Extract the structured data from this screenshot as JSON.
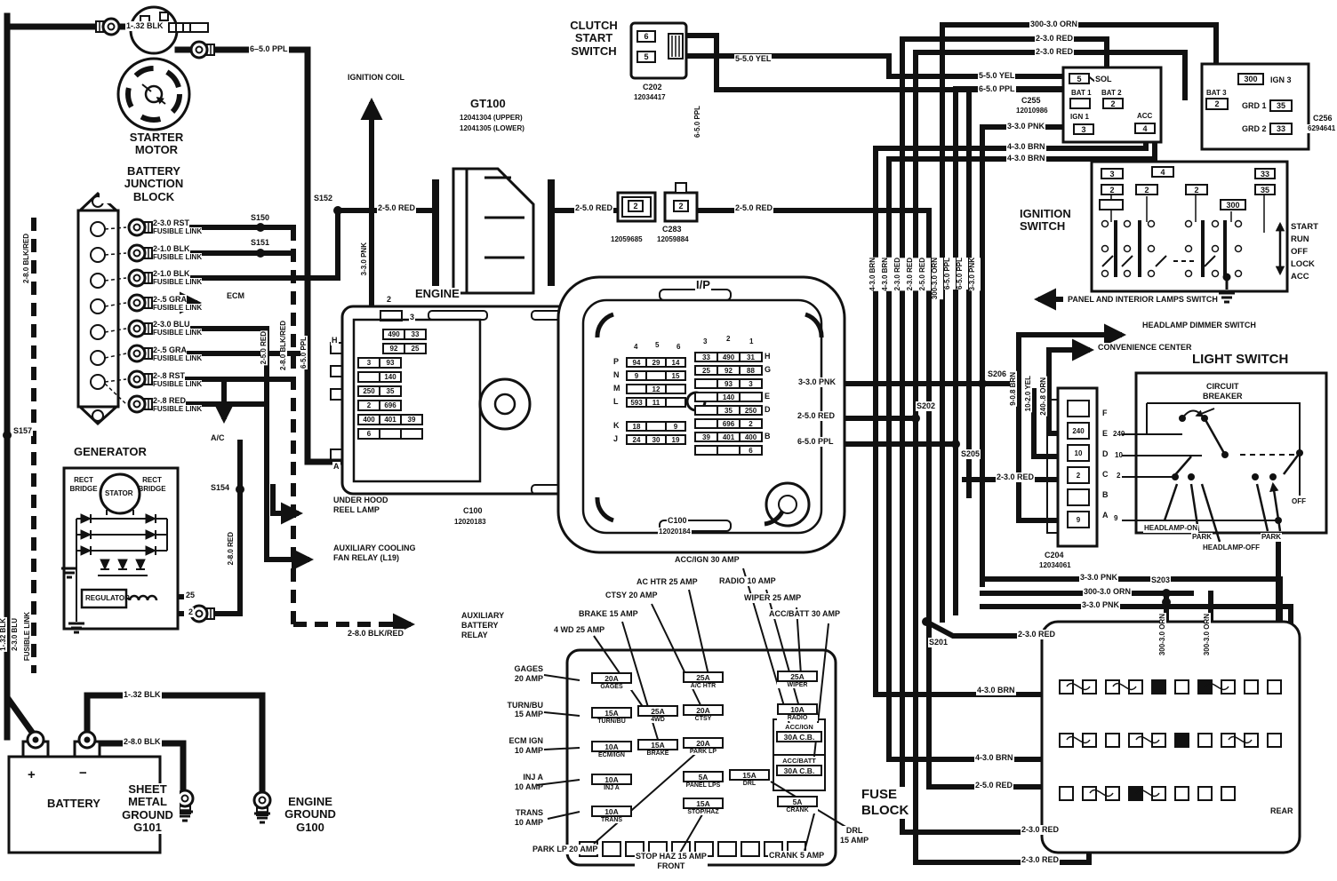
{
  "starter": {
    "title": "STARTER\nMOTOR"
  },
  "bjb": {
    "title": "BATTERY\nJUNCTION\nBLOCK",
    "links": [
      {
        "w": "2-3.0 RST",
        "s": "FUSIBLE LINK"
      },
      {
        "w": "2-1.0 BLK",
        "s": "FUSIBLE LINK"
      },
      {
        "w": "2-1.0 BLK",
        "s": "FUSIBLE LINK"
      },
      {
        "w": "2-.5 GRA",
        "s": "FUSIBLE LINK"
      },
      {
        "w": "2-3.0 BLU",
        "s": "FUSIBLE LINK"
      },
      {
        "w": "2-.5 GRA",
        "s": "FUSIBLE LINK"
      },
      {
        "w": "2-.8 RST",
        "s": "FUSIBLE LINK"
      },
      {
        "w": "2-.8 RED",
        "s": "FUSIBLE LINK"
      }
    ]
  },
  "generator": {
    "title": "GENERATOR",
    "rbl": "RECT\nBRIDGE",
    "rbr": "RECT\nBRIDGE",
    "stator": "STATOR",
    "reg": "REGULATOR",
    "p25": "25",
    "p2": "2"
  },
  "battery": {
    "title": "BATTERY",
    "plus": "+",
    "minus": "−"
  },
  "grounds": {
    "g101": "SHEET\nMETAL\nGROUND\nG101",
    "g100": "ENGINE\nGROUND\nG100"
  },
  "gt100": {
    "title": "GT100",
    "upper": "12041304 (UPPER)",
    "lower": "12041305 (LOWER)"
  },
  "clutch": {
    "title": "CLUTCH\nSTART\nSWITCH",
    "p6": "6",
    "p5": "5",
    "conn": "C202",
    "part": "12034417"
  },
  "c283": {
    "name": "C283",
    "pl": "12059685",
    "pr": "12059884",
    "pin": "2"
  },
  "engine": {
    "title": "ENGINE",
    "h": "H",
    "a": "A",
    "t2": "2",
    "t3": "3",
    "rows": [
      {
        "c": [
          "490",
          "33",
          null
        ]
      },
      {
        "c": [
          "92",
          "25",
          null
        ]
      },
      {
        "c": [
          "3",
          "93",
          null
        ]
      },
      {
        "c": [
          "",
          "140",
          null
        ]
      },
      {
        "c": [
          "250",
          "35",
          null
        ]
      },
      {
        "c": [
          "2",
          "696",
          null
        ]
      },
      {
        "c": [
          "400",
          "401",
          "39"
        ]
      },
      {
        "c": [
          "6",
          "",
          ""
        ]
      }
    ],
    "conn": "C100",
    "part": "12020183"
  },
  "ip": {
    "title": "I/P",
    "lh": [
      "4",
      "5",
      "6"
    ],
    "lrows": [
      {
        "l": "P",
        "c": [
          "94",
          "29",
          "14"
        ]
      },
      {
        "l": "N",
        "c": [
          "9",
          "",
          "15"
        ]
      },
      {
        "l": "M",
        "c": [
          "",
          "12",
          ""
        ]
      },
      {
        "l": "L",
        "c": [
          "593",
          "11",
          ""
        ]
      }
    ],
    "kjrows": [
      {
        "l": "K",
        "c": [
          "18",
          "",
          "9"
        ]
      },
      {
        "l": "J",
        "c": [
          "24",
          "30",
          "19"
        ]
      }
    ],
    "rh": [
      "3",
      "2",
      "1"
    ],
    "rrows": [
      {
        "l": "H",
        "c": [
          "33",
          "490",
          "31"
        ]
      },
      {
        "l": "G",
        "c": [
          "25",
          "92",
          "88"
        ]
      },
      {
        "l": "",
        "c": [
          "",
          "93",
          "3"
        ]
      },
      {
        "l": "E",
        "c": [
          "",
          "140",
          ""
        ]
      },
      {
        "l": "D",
        "c": [
          "",
          "35",
          "250"
        ]
      },
      {
        "l": "",
        "c": [
          "",
          "696",
          "2"
        ]
      },
      {
        "l": "B",
        "c": [
          "39",
          "401",
          "400"
        ]
      },
      {
        "l": "",
        "c": [
          "",
          "",
          "6"
        ]
      }
    ],
    "conn": "C100",
    "part": "12020184"
  },
  "c255": {
    "name": "C255",
    "part": "12010986",
    "p5": "5",
    "sol": "SOL",
    "bat1": "BAT 1",
    "bat2": "BAT 2",
    "p2": "2",
    "ign1": "IGN 1",
    "p3": "3",
    "acc": "ACC",
    "p4": "4"
  },
  "c256": {
    "name": "C256",
    "part": "6294641",
    "p300": "300",
    "ign3": "IGN 3",
    "bat3": "BAT 3",
    "p2": "2",
    "grd1": "GRD 1",
    "p35": "35",
    "grd2": "GRD 2",
    "p33": "33"
  },
  "ign_switch": {
    "title": "IGNITION\nSWITCH",
    "t": [
      "3",
      "2",
      "",
      "2",
      "4",
      "2",
      "300",
      "33",
      "35"
    ],
    "positions": [
      "START",
      "RUN",
      "OFF",
      "LOCK",
      "ACC"
    ],
    "panel": "PANEL AND INTERIOR LAMPS SWITCH"
  },
  "light_switch": {
    "title": "LIGHT SWITCH",
    "cb": "CIRCUIT\nBREAKER",
    "letters": [
      "F",
      "E",
      "D",
      "C",
      "B",
      "A"
    ],
    "edge_nums": {
      "e": "240",
      "d": "10",
      "c": "2",
      "a": "9"
    },
    "cells": [
      "",
      "240",
      "10",
      "2",
      "",
      "9"
    ],
    "pos": {
      "on": "HEADLAMP-ON",
      "park1": "PARK",
      "offhl": "HEADLAMP-OFF",
      "park2": "PARK",
      "off": "OFF"
    },
    "conn": "C204",
    "part": "12034061"
  },
  "fuse_block": {
    "title": "FUSE\nBLOCK",
    "fuses": [
      {
        "a": "20A",
        "n": "GAGES"
      },
      {
        "a": "25A",
        "n": "A/C HTR"
      },
      {
        "a": "25A",
        "n": "WIPER"
      },
      {
        "a": "15A",
        "n": "TURN/BU"
      },
      {
        "a": "25A",
        "n": "4WD"
      },
      {
        "a": "20A",
        "n": "CTSY"
      },
      {
        "a": "10A",
        "n": "RADIO"
      },
      {
        "a": "10A",
        "n": "ECM/IGN"
      },
      {
        "a": "15A",
        "n": "BRAKE"
      },
      {
        "a": "20A",
        "n": "PARK LP"
      },
      {
        "a": "10A",
        "n": "INJ A"
      },
      {
        "a": "5A",
        "n": "PANEL LPS"
      },
      {
        "a": "15A",
        "n": "DRL"
      },
      {
        "a": "10A",
        "n": "TRANS"
      },
      {
        "a": "15A",
        "n": "STOP/HAZ"
      },
      {
        "a": "5A",
        "n": "CRANK"
      }
    ],
    "cb1": {
      "t": "ACC/IGN",
      "a": "30A C.B."
    },
    "cb2": {
      "t": "ACC/BATT",
      "a": "30A C.B."
    },
    "callouts_left": [
      "GAGES\n20 AMP",
      "TURN/BU\n15 AMP",
      "ECM IGN\n10 AMP",
      "INJ A\n10 AMP",
      "TRANS\n10 AMP"
    ],
    "co_4wd": "4 WD 25 AMP",
    "co_brake": "BRAKE 15 AMP",
    "co_ctsy": "CTSY 20 AMP",
    "co_achtr": "AC HTR 25 AMP",
    "co_accign": "ACC/IGN 30 AMP",
    "co_radio": "RADIO 10 AMP",
    "co_wiper": "WIPER 25 AMP",
    "co_accbatt": "ACC/BATT 30 AMP",
    "co_parklp": "PARK LP 20 AMP",
    "co_stophaz": "STOP HAZ 15 AMP\nFRONT",
    "co_crank": "CRANK 5 AMP",
    "co_drl": "DRL\n15 AMP"
  },
  "rear": {
    "label": "REAR"
  },
  "dest": {
    "ign_coil": "IGNITION COIL",
    "ecm": "ECM",
    "ac": "A/C",
    "reel": "UNDER HOOD\nREEL LAMP",
    "fan": "AUXILIARY COOLING\nFAN RELAY (L19)",
    "auxbat": "AUXILIARY\nBATTERY\nRELAY",
    "dimmer": "HEADLAMP DIMMER SWITCH",
    "conv": "CONVENIENCE CENTER"
  },
  "splices": {
    "s150": "S150",
    "s151": "S151",
    "s152": "S152",
    "s154": "S154",
    "s157": "S157",
    "s201": "S201",
    "s202": "S202",
    "s203": "S203",
    "s205": "S205",
    "s206": "S206"
  },
  "wires": {
    "blk_top": "1-.32 BLK",
    "ppl_starter": "6–5.0 PPL",
    "red_gt_l": "2-5.0 RED",
    "red_gt_r": "2-5.0 RED",
    "red_c283": "2-5.0 RED",
    "yel_clutch": "5-5.0 YEL",
    "ppl_clutch": "6-5.0 PPL",
    "orn_top": "300-3.0 ORN",
    "red_top1": "2-3.0 RED",
    "red_top2": "2-3.0 RED",
    "yel_c255": "5-5.0 YEL",
    "ppl_c255": "6-5.0 PPL",
    "pnk_c255": "3-3.0 PNK",
    "brn1": "4-3.0 BRN",
    "brn2": "4-3.0 BRN",
    "bundle": [
      "4-3.0 BRN",
      "4-3.0 BRN",
      "2-3.0 RED",
      "2-3.0 RED",
      "2-5.0 RED",
      "300-3.0 ORN",
      "6-5.0 PPL",
      "6-5.0 PPL",
      "3-3.0 PNK"
    ],
    "v_red": "2-5.0 RED",
    "v_blkred": "2-8.0 BLK/RED",
    "v_ppl": "6-5.0 PPL",
    "far_blkred": "2-8.0 BLK/RED",
    "bl_blk": "1-.32 BLK",
    "bl_blu": "2-3.0 BLU",
    "bl_fl": "FUSIBLE LINK",
    "pnk_eng": "3-3.0 PNK",
    "ip_pnk": "3-3.0 PNK",
    "ip_red": "2-5.0 RED",
    "ip_ppl": "6-5.0 PPL",
    "red_gen": "2-8.0 RED",
    "blkred_aux": "2-8.0 BLK/RED",
    "brn9": "9-0.8 BRN",
    "yel10": "10-2.0 YEL",
    "orn240": "240-.8 ORN",
    "red_c204": "2-3.0 RED",
    "pnk_br1": "3-3.0 PNK",
    "orn_br": "300-3.0 ORN",
    "pnk_br2": "3-3.0 PNK",
    "red_s201": "2-3.0 RED",
    "brn_br1": "4-3.0 BRN",
    "brn_br2": "4-3.0 BRN",
    "red_br": "2-5.0 RED",
    "red_b1": "2-3.0 RED",
    "red_b2": "2-3.0 RED",
    "orn_v1": "300-3.0 ORN",
    "orn_v2": "300-3.0 ORN",
    "bat_blk": "1-.32 BLK",
    "bat_blk8": "2-8.0 BLK"
  }
}
